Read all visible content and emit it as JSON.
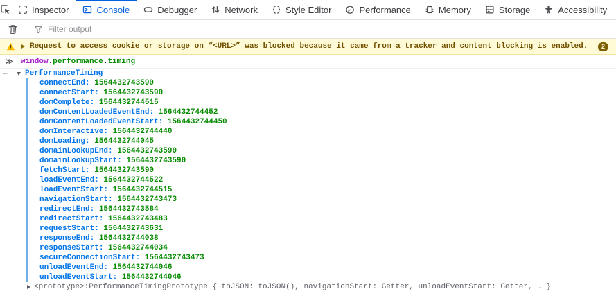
{
  "toolbar": {
    "pick_button": {
      "icon": "pick-element-icon"
    },
    "tabs": [
      {
        "label": "Inspector",
        "icon": "inspector-icon",
        "active": false
      },
      {
        "label": "Console",
        "icon": "console-icon",
        "active": true
      },
      {
        "label": "Debugger",
        "icon": "debugger-icon",
        "active": false
      },
      {
        "label": "Network",
        "icon": "network-icon",
        "active": false
      },
      {
        "label": "Style Editor",
        "icon": "style-editor-icon",
        "active": false
      },
      {
        "label": "Performance",
        "icon": "performance-icon",
        "active": false
      },
      {
        "label": "Memory",
        "icon": "memory-icon",
        "active": false
      },
      {
        "label": "Storage",
        "icon": "storage-icon",
        "active": false
      },
      {
        "label": "Accessibility",
        "icon": "accessibility-icon",
        "active": false
      }
    ],
    "overflow_button": {
      "icon": "chevron-left-icon"
    }
  },
  "filter_bar": {
    "clear_button_icon": "trash-icon",
    "filter_icon": "filter-funnel-icon",
    "placeholder": "Filter output"
  },
  "console": {
    "warning": {
      "icon": "warning-triangle-icon",
      "message": "Request to access cookie or storage on “<URL>” was blocked because it came from a tracker and content blocking is enabled.",
      "count": "2"
    },
    "command": {
      "prompt": "≫",
      "tokens": [
        {
          "text": "window",
          "type": "variable"
        },
        {
          "text": ".",
          "type": "punctuation"
        },
        {
          "text": "performance",
          "type": "property"
        },
        {
          "text": ".",
          "type": "punctuation"
        },
        {
          "text": "timing",
          "type": "property"
        }
      ]
    },
    "result": {
      "reply_arrow": "←",
      "class_name": "PerformanceTiming",
      "properties": [
        {
          "name": "connectEnd",
          "value": "1564432743590"
        },
        {
          "name": "connectStart",
          "value": "1564432743590"
        },
        {
          "name": "domComplete",
          "value": "1564432744515"
        },
        {
          "name": "domContentLoadedEventEnd",
          "value": "1564432744452"
        },
        {
          "name": "domContentLoadedEventStart",
          "value": "1564432744450"
        },
        {
          "name": "domInteractive",
          "value": "1564432744440"
        },
        {
          "name": "domLoading",
          "value": "1564432744045"
        },
        {
          "name": "domainLookupEnd",
          "value": "1564432743590"
        },
        {
          "name": "domainLookupStart",
          "value": "1564432743590"
        },
        {
          "name": "fetchStart",
          "value": "1564432743590"
        },
        {
          "name": "loadEventEnd",
          "value": "1564432744522"
        },
        {
          "name": "loadEventStart",
          "value": "1564432744515"
        },
        {
          "name": "navigationStart",
          "value": "1564432743473"
        },
        {
          "name": "redirectEnd",
          "value": "1564432743584"
        },
        {
          "name": "redirectStart",
          "value": "1564432743483"
        },
        {
          "name": "requestStart",
          "value": "1564432743631"
        },
        {
          "name": "responseEnd",
          "value": "1564432744038"
        },
        {
          "name": "responseStart",
          "value": "1564432744034"
        },
        {
          "name": "secureConnectionStart",
          "value": "1564432743473"
        },
        {
          "name": "unloadEventEnd",
          "value": "1564432744046"
        },
        {
          "name": "unloadEventStart",
          "value": "1564432744046"
        }
      ],
      "prototype": {
        "label": "<prototype>: ",
        "value": "PerformanceTimingPrototype { toJSON: toJSON(), navigationStart: Getter, unloadEventStart: Getter, … }"
      }
    }
  },
  "colors": {
    "accent_blue": "#0560df",
    "property_blue": "#0074e8",
    "value_green": "#058b00",
    "variable_purple": "#aa22cc",
    "warning_bg": "#fffbd6",
    "warning_text": "#715100",
    "badge_bg": "#7c5f00",
    "tree_guide": "#6db1e8"
  }
}
